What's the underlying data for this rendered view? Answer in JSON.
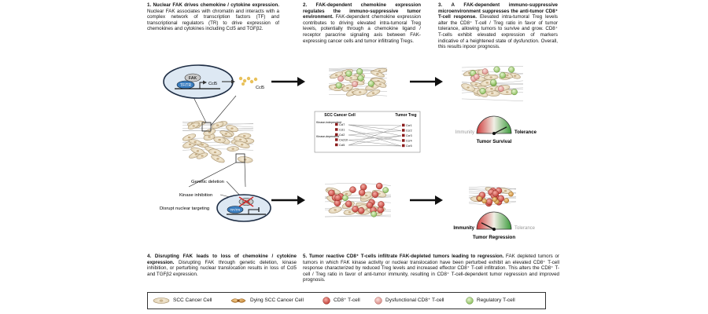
{
  "panels": {
    "p1": {
      "title": "1.   Nuclear FAK drives chemokine / cytokine expression.",
      "body": "Nuclear FAK associates with chromatin and interacts with a complex network of transcription factors (TF) and transcriptional regulators (TR) to drive expression of chemokines and cytokines including Ccl5 and TGFβ2."
    },
    "p2": {
      "title": "2.   FAK-dependent chemokine expression regulates the immuno-suppressive tumor environment.",
      "body": "FAK-dependent chemokine expression contributes to driving elevated intra-tumoral Treg levels, potentially through a chemokine ligand / receptor paracrine signaling axis between FAK-expressing cancer cells and tumor infiltrating Tregs."
    },
    "p3": {
      "title": "3.   A FAK-dependent immuno-suppressive microenvironment suppresses the anti-tumor CD8⁺ T-cell response.",
      "body": "Elevated intra-tumoral Treg levels alter the CD8⁺ T-cell / Treg ratio in favor of tumor tolerance, allowing tumors to survive and grow. CD8⁺ T-cells exhibit elevated expression of markers indicative of a heightened state of dysfunction. Overall, this results inpoor prognosis."
    },
    "p4": {
      "title": "4.   Disrupting FAK leads to loss of chemokine / cytokine expression.",
      "body": "Disrupting FAK through genetic deletion, kinase inhibition, or perturbing nuclear translocation results in loss of Ccl5 and TGFβ2 expression."
    },
    "p5": {
      "title": "5. Tumor reactive CD8⁺ T-cells infiltrate FAK-depleted tumors leading to regression.",
      "body": "FAK depleted tumors or tumors in which FAK kinase activity or nuclear translocation have been perturbed exhibit an elevated CD8⁺ T-cell response characterized by reduced Treg levels and increased effector CD8⁺ T-cell infiltration. This alters the CD8⁺ T-cell / Treg ratio in favor of anti-tumor immunity, resulting in CD8⁺ T-cell-dependent tumor regression and improved prognosis."
    }
  },
  "diagram": {
    "nucleus_top": {
      "fak": "FAK",
      "tf": "TF/TR",
      "gene": "Ccl5",
      "secreted": "Ccl5"
    },
    "nucleus_bottom": {
      "fak": "FAK",
      "tf": "TF/TR"
    },
    "disruptions": [
      "Genetic deletion",
      "Kinase inhibition",
      "Disrupt nuclear targeting"
    ],
    "network": {
      "left_header": "SCC Cancer Cell",
      "right_header": "Tumor Treg",
      "group_independent": "Kinase-independent",
      "group_dependent": "Kinase-dependent",
      "left_nodes": [
        "Ccl7",
        "Ccl1",
        "Ccl2",
        "Cxcl10",
        "Ccl5"
      ],
      "right_nodes": [
        "Ccr1",
        "Ccr2",
        "Ccr3",
        "Ccr4",
        "Ccr5"
      ]
    },
    "gauge_top": {
      "left_label": "Immunity",
      "right_label": "Tolerance",
      "caption": "Tumor Survival",
      "needle_level": 0.85
    },
    "gauge_bottom": {
      "left_label": "Immunity",
      "right_label": "Tolerance",
      "caption": "Tumor Regression",
      "needle_level": 0.15
    }
  },
  "legend": {
    "items": [
      {
        "label": "SCC Cancer Cell"
      },
      {
        "label": "Dying SCC Cancer Cell"
      },
      {
        "label": "CD8⁺ T-cell"
      },
      {
        "label": "Dysfunctional CD8⁺ T-cell"
      },
      {
        "label": "Regulatory T-cell"
      }
    ]
  },
  "colors": {
    "cancer_cell": "#efe3cc",
    "dying_cell": "#e8b56a",
    "cd8": "#d9564e",
    "dysfunctional_cd8": "#e9a5a0",
    "treg": "#b8d98f",
    "tf": "#3a7dbf",
    "fak": "#c9c9c9",
    "gauge_immunity": "#cf3b3b",
    "gauge_tolerance": "#3a9a3a"
  }
}
